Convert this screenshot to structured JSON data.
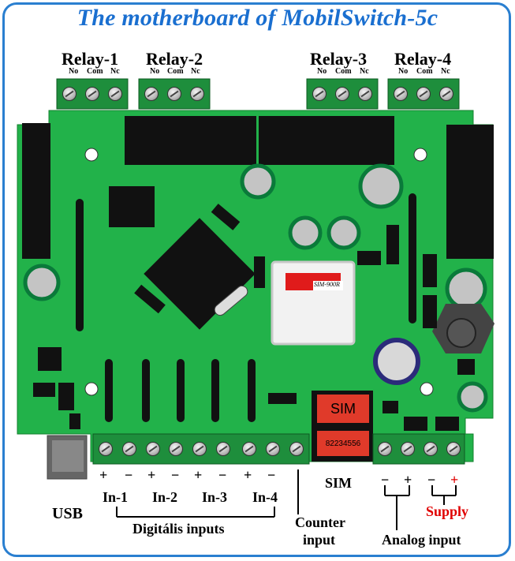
{
  "title": "The motherboard of  MobilSwitch-5c",
  "relays": [
    {
      "label": "Relay-1",
      "pins": [
        "No",
        "Com",
        "Nc"
      ]
    },
    {
      "label": "Relay-2",
      "pins": [
        "No",
        "Com",
        "Nc"
      ]
    },
    {
      "label": "Relay-3",
      "pins": [
        "No",
        "Com",
        "Nc"
      ]
    },
    {
      "label": "Relay-4",
      "pins": [
        "No",
        "Com",
        "Nc"
      ]
    }
  ],
  "sim_module": {
    "label": "SIM-900R"
  },
  "sim_card": {
    "label": "SIM",
    "number": "82234556"
  },
  "polarity": {
    "plus": "+",
    "minus": "−"
  },
  "inputs": [
    "In-1",
    "In-2",
    "In-3",
    "In-4"
  ],
  "labels": {
    "usb": "USB",
    "digital_inputs": "Digitális inputs",
    "counter_input_line1": "Counter",
    "counter_input_line2": "input",
    "sim": "SIM",
    "supply": "Supply",
    "analog_input": "Analog input"
  },
  "colors": {
    "title": "#1a6fd0",
    "board": "#22b24a",
    "supply_plus": "#e00000"
  }
}
